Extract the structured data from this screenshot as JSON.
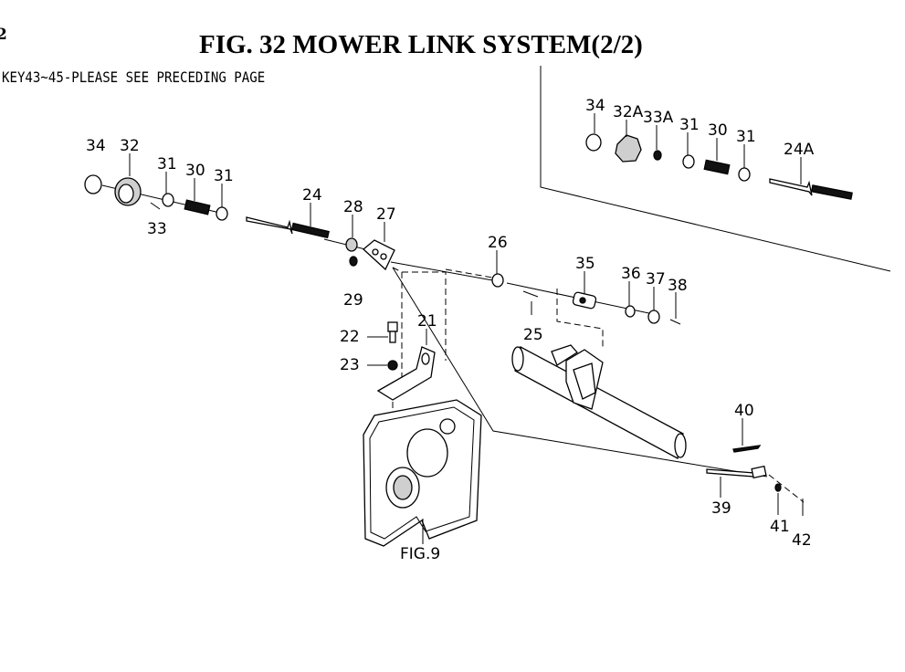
{
  "page_number": "2",
  "title": "FIG. 32  MOWER LINK SYSTEM(2/2)",
  "note": "KEY43~45-PLEASE SEE PRECEDING PAGE",
  "callouts": {
    "k34a": "34",
    "k32": "32",
    "k31a": "31",
    "k30": "30",
    "k31b": "31",
    "k33": "33",
    "k24": "24",
    "k28": "28",
    "k27": "27",
    "k29": "29",
    "k26": "26",
    "k21": "21",
    "k22": "22",
    "k23": "23",
    "k25": "25",
    "k35": "35",
    "k36": "36",
    "k37": "37",
    "k38": "38",
    "k40": "40",
    "k39": "39",
    "k41": "41",
    "k42": "42",
    "fig9": "FIG.9",
    "k34b": "34",
    "k32A": "32A",
    "k33A": "33A",
    "k31c": "31",
    "k30b": "30",
    "k31d": "31",
    "k24A": "24A"
  }
}
